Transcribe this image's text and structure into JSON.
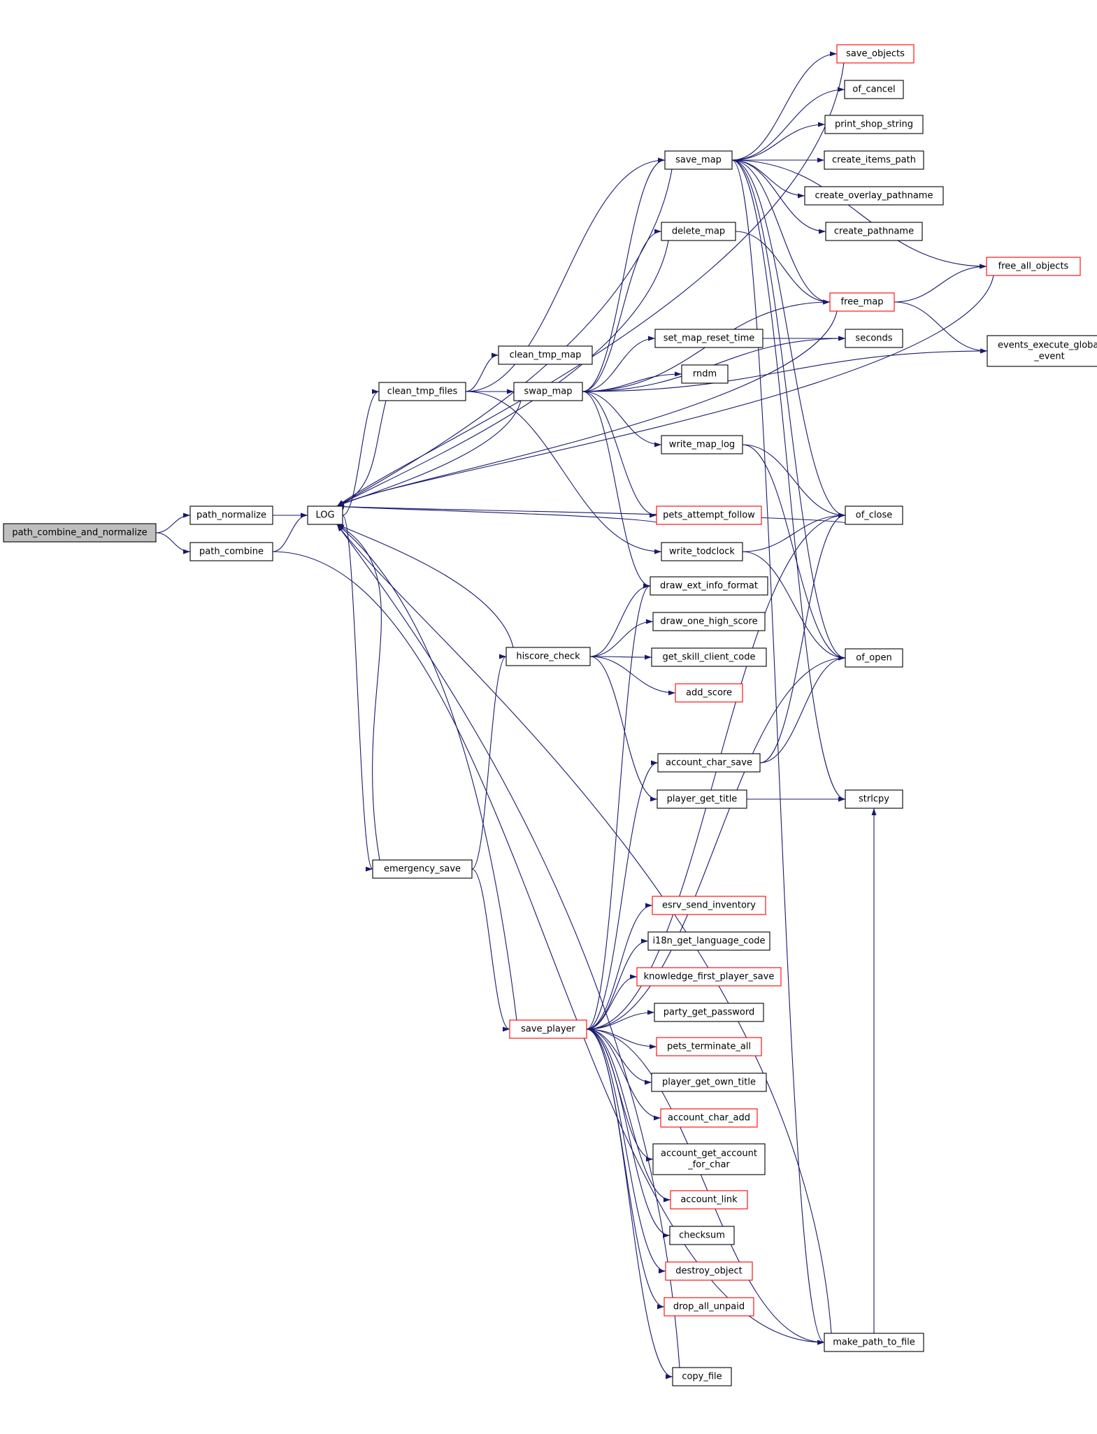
{
  "colors": {
    "edge": "#191970",
    "node_border": "#000000",
    "node_border_truncated": "#ff0000",
    "root_fill": "#bfbfbf",
    "node_fill": "#ffffff"
  },
  "nodes": [
    {
      "id": "path_combine_and_normalize",
      "label": [
        "path_combine_and_normalize"
      ],
      "style": "root"
    },
    {
      "id": "path_normalize",
      "label": [
        "path_normalize"
      ],
      "style": "normal"
    },
    {
      "id": "path_combine",
      "label": [
        "path_combine"
      ],
      "style": "normal"
    },
    {
      "id": "LOG",
      "label": [
        "LOG"
      ],
      "style": "normal"
    },
    {
      "id": "clean_tmp_files",
      "label": [
        "clean_tmp_files"
      ],
      "style": "normal"
    },
    {
      "id": "emergency_save",
      "label": [
        "emergency_save"
      ],
      "style": "normal"
    },
    {
      "id": "clean_tmp_map",
      "label": [
        "clean_tmp_map"
      ],
      "style": "normal"
    },
    {
      "id": "swap_map",
      "label": [
        "swap_map"
      ],
      "style": "normal"
    },
    {
      "id": "hiscore_check",
      "label": [
        "hiscore_check"
      ],
      "style": "normal"
    },
    {
      "id": "save_player",
      "label": [
        "save_player"
      ],
      "style": "truncated"
    },
    {
      "id": "save_map",
      "label": [
        "save_map"
      ],
      "style": "normal"
    },
    {
      "id": "delete_map",
      "label": [
        "delete_map"
      ],
      "style": "normal"
    },
    {
      "id": "set_map_reset_time",
      "label": [
        "set_map_reset_time"
      ],
      "style": "normal"
    },
    {
      "id": "rndm",
      "label": [
        "rndm"
      ],
      "style": "normal"
    },
    {
      "id": "write_map_log",
      "label": [
        "write_map_log"
      ],
      "style": "normal"
    },
    {
      "id": "pets_attempt_follow",
      "label": [
        "pets_attempt_follow"
      ],
      "style": "truncated"
    },
    {
      "id": "write_todclock",
      "label": [
        "write_todclock"
      ],
      "style": "normal"
    },
    {
      "id": "draw_ext_info_format",
      "label": [
        "draw_ext_info_format"
      ],
      "style": "normal"
    },
    {
      "id": "draw_one_high_score",
      "label": [
        "draw_one_high_score"
      ],
      "style": "normal"
    },
    {
      "id": "get_skill_client_code",
      "label": [
        "get_skill_client_code"
      ],
      "style": "normal"
    },
    {
      "id": "add_score",
      "label": [
        "add_score"
      ],
      "style": "truncated"
    },
    {
      "id": "account_char_save",
      "label": [
        "account_char_save"
      ],
      "style": "normal"
    },
    {
      "id": "player_get_title",
      "label": [
        "player_get_title"
      ],
      "style": "normal"
    },
    {
      "id": "esrv_send_inventory",
      "label": [
        "esrv_send_inventory"
      ],
      "style": "truncated"
    },
    {
      "id": "i18n_get_language_code",
      "label": [
        "i18n_get_language_code"
      ],
      "style": "normal"
    },
    {
      "id": "knowledge_first_player_save",
      "label": [
        "knowledge_first_player_save"
      ],
      "style": "truncated"
    },
    {
      "id": "party_get_password",
      "label": [
        "party_get_password"
      ],
      "style": "normal"
    },
    {
      "id": "pets_terminate_all",
      "label": [
        "pets_terminate_all"
      ],
      "style": "truncated"
    },
    {
      "id": "player_get_own_title",
      "label": [
        "player_get_own_title"
      ],
      "style": "normal"
    },
    {
      "id": "account_char_add",
      "label": [
        "account_char_add"
      ],
      "style": "truncated"
    },
    {
      "id": "account_get_account_for_char",
      "label": [
        "account_get_account",
        "_for_char"
      ],
      "style": "normal"
    },
    {
      "id": "account_link",
      "label": [
        "account_link"
      ],
      "style": "truncated"
    },
    {
      "id": "checksum",
      "label": [
        "checksum"
      ],
      "style": "normal"
    },
    {
      "id": "destroy_object",
      "label": [
        "destroy_object"
      ],
      "style": "truncated"
    },
    {
      "id": "drop_all_unpaid",
      "label": [
        "drop_all_unpaid"
      ],
      "style": "truncated"
    },
    {
      "id": "copy_file",
      "label": [
        "copy_file"
      ],
      "style": "normal"
    },
    {
      "id": "save_objects",
      "label": [
        "save_objects"
      ],
      "style": "truncated"
    },
    {
      "id": "of_cancel",
      "label": [
        "of_cancel"
      ],
      "style": "normal"
    },
    {
      "id": "print_shop_string",
      "label": [
        "print_shop_string"
      ],
      "style": "normal"
    },
    {
      "id": "create_items_path",
      "label": [
        "create_items_path"
      ],
      "style": "normal"
    },
    {
      "id": "create_overlay_pathname",
      "label": [
        "create_overlay_pathname"
      ],
      "style": "normal"
    },
    {
      "id": "create_pathname",
      "label": [
        "create_pathname"
      ],
      "style": "normal"
    },
    {
      "id": "free_map",
      "label": [
        "free_map"
      ],
      "style": "truncated"
    },
    {
      "id": "seconds",
      "label": [
        "seconds"
      ],
      "style": "normal"
    },
    {
      "id": "of_close",
      "label": [
        "of_close"
      ],
      "style": "normal"
    },
    {
      "id": "of_open",
      "label": [
        "of_open"
      ],
      "style": "normal"
    },
    {
      "id": "strlcpy",
      "label": [
        "strlcpy"
      ],
      "style": "normal"
    },
    {
      "id": "make_path_to_file",
      "label": [
        "make_path_to_file"
      ],
      "style": "normal"
    },
    {
      "id": "free_all_objects",
      "label": [
        "free_all_objects"
      ],
      "style": "truncated"
    },
    {
      "id": "events_execute_global_event",
      "label": [
        "events_execute_global",
        "_event"
      ],
      "style": "normal"
    }
  ],
  "edges": [
    {
      "from": "path_combine_and_normalize",
      "to": "path_normalize"
    },
    {
      "from": "path_combine_and_normalize",
      "to": "path_combine"
    },
    {
      "from": "path_normalize",
      "to": "LOG"
    },
    {
      "from": "path_combine",
      "to": "LOG"
    },
    {
      "from": "path_combine",
      "to": "make_path_to_file"
    },
    {
      "from": "LOG",
      "to": "clean_tmp_files"
    },
    {
      "from": "LOG",
      "to": "emergency_save"
    },
    {
      "from": "clean_tmp_files",
      "to": "clean_tmp_map"
    },
    {
      "from": "clean_tmp_files",
      "to": "swap_map"
    },
    {
      "from": "clean_tmp_files",
      "to": "save_map"
    },
    {
      "from": "clean_tmp_files",
      "to": "write_todclock"
    },
    {
      "from": "clean_tmp_files",
      "to": "LOG"
    },
    {
      "from": "swap_map",
      "to": "save_map"
    },
    {
      "from": "swap_map",
      "to": "delete_map"
    },
    {
      "from": "swap_map",
      "to": "free_map"
    },
    {
      "from": "swap_map",
      "to": "seconds"
    },
    {
      "from": "swap_map",
      "to": "set_map_reset_time"
    },
    {
      "from": "swap_map",
      "to": "rndm"
    },
    {
      "from": "swap_map",
      "to": "events_execute_global_event"
    },
    {
      "from": "swap_map",
      "to": "write_map_log"
    },
    {
      "from": "swap_map",
      "to": "pets_attempt_follow"
    },
    {
      "from": "swap_map",
      "to": "draw_ext_info_format"
    },
    {
      "from": "swap_map",
      "to": "LOG"
    },
    {
      "from": "emergency_save",
      "to": "hiscore_check"
    },
    {
      "from": "emergency_save",
      "to": "save_player"
    },
    {
      "from": "emergency_save",
      "to": "LOG"
    },
    {
      "from": "hiscore_check",
      "to": "LOG"
    },
    {
      "from": "hiscore_check",
      "to": "draw_ext_info_format"
    },
    {
      "from": "hiscore_check",
      "to": "draw_one_high_score"
    },
    {
      "from": "hiscore_check",
      "to": "get_skill_client_code"
    },
    {
      "from": "hiscore_check",
      "to": "add_score"
    },
    {
      "from": "hiscore_check",
      "to": "player_get_title"
    },
    {
      "from": "save_player",
      "to": "LOG"
    },
    {
      "from": "save_player",
      "to": "draw_ext_info_format"
    },
    {
      "from": "save_player",
      "to": "account_char_save"
    },
    {
      "from": "save_player",
      "to": "of_close"
    },
    {
      "from": "save_player",
      "to": "of_open"
    },
    {
      "from": "save_player",
      "to": "esrv_send_inventory"
    },
    {
      "from": "save_player",
      "to": "i18n_get_language_code"
    },
    {
      "from": "save_player",
      "to": "knowledge_first_player_save"
    },
    {
      "from": "save_player",
      "to": "party_get_password"
    },
    {
      "from": "save_player",
      "to": "pets_terminate_all"
    },
    {
      "from": "save_player",
      "to": "player_get_own_title"
    },
    {
      "from": "save_player",
      "to": "account_char_add"
    },
    {
      "from": "save_player",
      "to": "account_get_account_for_char"
    },
    {
      "from": "save_player",
      "to": "account_link"
    },
    {
      "from": "save_player",
      "to": "checksum"
    },
    {
      "from": "save_player",
      "to": "destroy_object"
    },
    {
      "from": "save_player",
      "to": "drop_all_unpaid"
    },
    {
      "from": "save_player",
      "to": "make_path_to_file"
    },
    {
      "from": "save_player",
      "to": "copy_file"
    },
    {
      "from": "save_map",
      "to": "save_objects"
    },
    {
      "from": "save_map",
      "to": "of_cancel"
    },
    {
      "from": "save_map",
      "to": "print_shop_string"
    },
    {
      "from": "save_map",
      "to": "create_items_path"
    },
    {
      "from": "save_map",
      "to": "create_overlay_pathname"
    },
    {
      "from": "save_map",
      "to": "create_pathname"
    },
    {
      "from": "save_map",
      "to": "free_all_objects"
    },
    {
      "from": "save_map",
      "to": "free_map"
    },
    {
      "from": "save_map",
      "to": "of_close"
    },
    {
      "from": "save_map",
      "to": "of_open"
    },
    {
      "from": "save_map",
      "to": "strlcpy"
    },
    {
      "from": "save_map",
      "to": "make_path_to_file"
    },
    {
      "from": "save_map",
      "to": "LOG"
    },
    {
      "from": "save_objects",
      "to": "LOG"
    },
    {
      "from": "delete_map",
      "to": "free_map"
    },
    {
      "from": "delete_map",
      "to": "LOG"
    },
    {
      "from": "free_map",
      "to": "free_all_objects"
    },
    {
      "from": "free_map",
      "to": "events_execute_global_event"
    },
    {
      "from": "free_map",
      "to": "LOG"
    },
    {
      "from": "free_all_objects",
      "to": "LOG"
    },
    {
      "from": "set_map_reset_time",
      "to": "seconds"
    },
    {
      "from": "write_map_log",
      "to": "of_close"
    },
    {
      "from": "write_map_log",
      "to": "of_open"
    },
    {
      "from": "write_todclock",
      "to": "of_close"
    },
    {
      "from": "write_todclock",
      "to": "of_open"
    },
    {
      "from": "pets_attempt_follow",
      "to": "LOG"
    },
    {
      "from": "of_close",
      "to": "LOG"
    },
    {
      "from": "account_char_save",
      "to": "of_close"
    },
    {
      "from": "account_char_save",
      "to": "of_open"
    },
    {
      "from": "player_get_title",
      "to": "strlcpy"
    },
    {
      "from": "make_path_to_file",
      "to": "strlcpy"
    },
    {
      "from": "make_path_to_file",
      "to": "LOG"
    },
    {
      "from": "copy_file",
      "to": "LOG"
    }
  ]
}
